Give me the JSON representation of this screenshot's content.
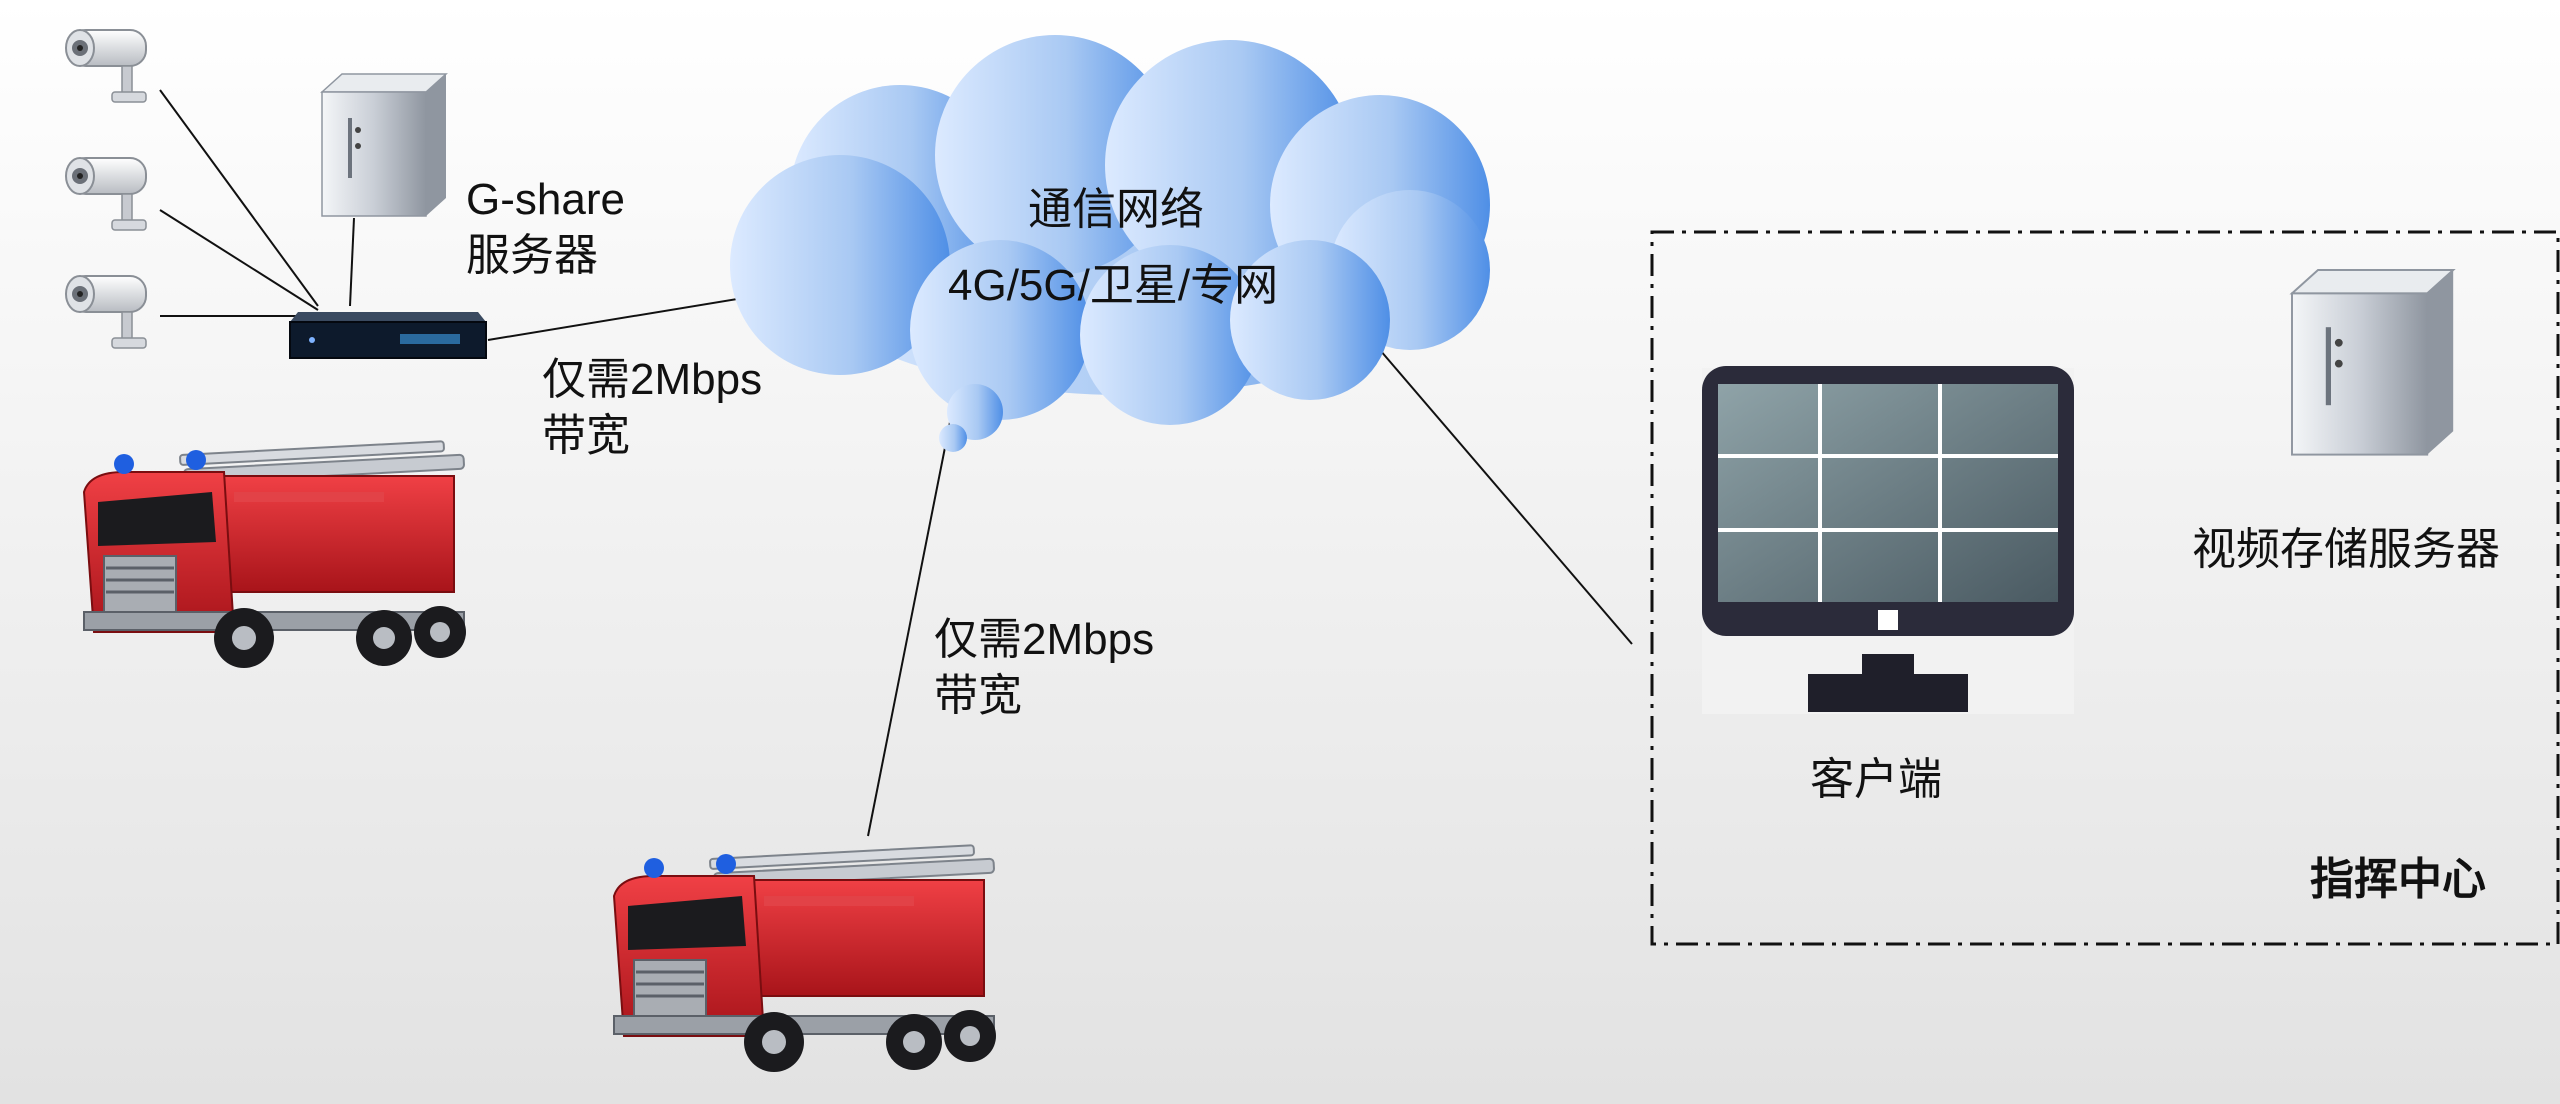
{
  "server_label": {
    "line1": "G-share",
    "line2": "服务器"
  },
  "network": {
    "title": "通信网络",
    "subtitle": "4G/5G/卫星/专网"
  },
  "bandwidth_left": {
    "line1": "仅需2Mbps",
    "line2": "带宽"
  },
  "bandwidth_bottom": {
    "line1": "仅需2Mbps",
    "line2": "带宽"
  },
  "command_center": {
    "title": "指挥中心",
    "client_label": "客户端",
    "storage_label": "视频存储服务器"
  },
  "colors": {
    "truck_red": "#d8262a",
    "cloud_light": "#dceaff",
    "cloud_dark": "#4f8fe6",
    "monitor_frame": "#2b2b3a",
    "server_silver": "#c9ced6"
  },
  "icons": [
    "camera-icon",
    "server-tower-icon",
    "network-switch-icon",
    "fire-truck-icon",
    "cloud-icon",
    "monitor-icon"
  ]
}
